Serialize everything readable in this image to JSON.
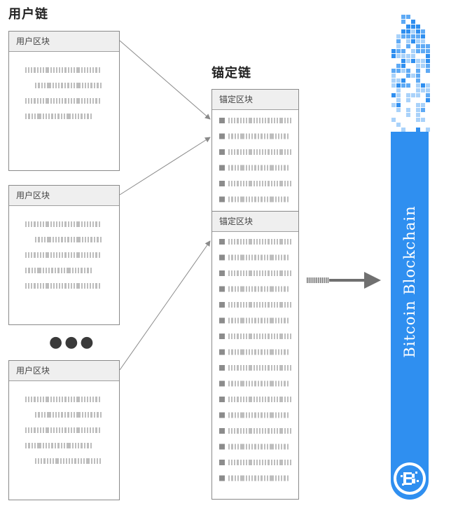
{
  "user_chain": {
    "title": "用户链",
    "blocks": [
      {
        "header": "用户区块"
      },
      {
        "header": "用户区块"
      },
      {
        "header": "用户区块"
      }
    ],
    "ellipsis": "●●●"
  },
  "anchor_chain": {
    "title": "锚定链",
    "blocks": [
      {
        "header": "锚定区块"
      },
      {
        "header": "锚定区块"
      }
    ]
  },
  "bitcoin": {
    "label": "Bitcoin Blockchain",
    "colors": {
      "blue": "#2f8ff0",
      "pixel_light": "#a9d2fa",
      "pixel_mid": "#5eaaf5"
    }
  },
  "colors": {
    "dash": "#bdbdbd",
    "marker": "#8c8c8c",
    "arrow": "#8a8a8a",
    "big_arrow": "#707070"
  }
}
